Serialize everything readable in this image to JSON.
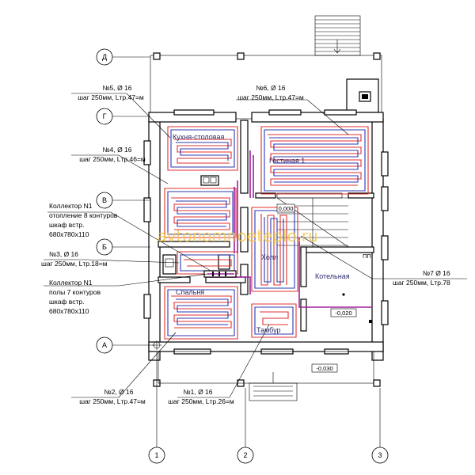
{
  "axes": {
    "d": "Д",
    "g": "Г",
    "v": "В",
    "b": "Б",
    "a": "А",
    "n1": "1",
    "n2": "2",
    "n3": "3"
  },
  "labels": {
    "c5_name": "№5, Ø 16",
    "c5_spec": "шаг 250мм, Lтр.47=м",
    "c6_name": "№6, Ø 16",
    "c6_spec": "шаг 250мм, Lтр.47=м",
    "c4_name": "№4, Ø 16",
    "c4_spec": "шаг 250мм, Lтр.46=м",
    "k1h_l1": "Коллектор N1",
    "k1h_l2": "отопление 8 контуров",
    "k1h_l3": "шкаф встр.",
    "k1h_l4": "680х780х110",
    "c3_name": "№3, Ø 16",
    "c3_spec": "шаг 250мм, Lтр.18=м",
    "k1f_l1": "Коллектор N1",
    "k1f_l2": "полы 7 контуров",
    "k1f_l3": "шкаф встр.",
    "k1f_l4": "680х780х110",
    "c7_name": "№7 Ø 16",
    "c7_spec": "шаг 250мм, Lтр.78",
    "c2_name": "№2, Ø 16",
    "c2_spec": "шаг 250мм, Lтр.47=м",
    "c1_name": "№1, Ø 16",
    "c1_spec": "шаг 250мм, Lтр.26=м"
  },
  "rooms": {
    "kitchen": "Кухня-столовая",
    "living": "Гостиная 1",
    "hall": "Холл",
    "boiler": "Котельная",
    "bedroom": "Спальня",
    "vestibule": "Тамбур"
  },
  "levels": {
    "l1": "0,000",
    "l2": "-0,020",
    "l3": "-0,030"
  },
  "marks": {
    "pp": "ПП"
  },
  "watermark": "avtonomnoeteplo.ru",
  "colors": {
    "supply": "#e0312f",
    "return": "#2b3ab0",
    "manifold": "#a0209a",
    "watermark": "#f2c744"
  }
}
